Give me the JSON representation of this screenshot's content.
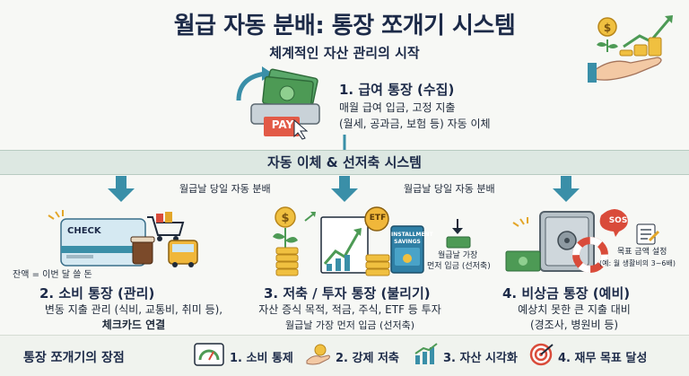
{
  "title": "월급 자동 분배: 통장 쪼개기 시스템",
  "subtitle": "체계적인 자산 관리의 시작",
  "income": {
    "heading": "1. 급여 통장 (수집)",
    "line1": "매월 급여 입금, 고정 지출",
    "line2": "(월세, 공과금, 보험 등) 자동 이체",
    "pay_label": "PAY"
  },
  "banner": "자동 이체 & 선저축 시스템",
  "flow_labels": [
    "월급날 당일 자동 분배",
    "월급날 당일 자동 분배"
  ],
  "spending": {
    "heading": "2. 소비 통장 (관리)",
    "line1": "변동 지출 관리 (식비, 교통비, 취미 등),",
    "line2": "체크카드 연결",
    "balance_note": "잔액 = 이번 달 쓸 돈",
    "card_label": "CHECK"
  },
  "saving": {
    "heading": "3. 저축 / 투자 통장 (불리기)",
    "line1": "자산 증식 목적, 적금, 주식, ETF 등 투자",
    "line2": "월급날 가장 먼저 입금 (선저축)",
    "side_note1": "월급날 가장",
    "side_note2": "먼저 입금 (선저축)",
    "etf_label": "ETF",
    "book_line1": "INSTALLMENT",
    "book_line2": "SAVINGS"
  },
  "emergency": {
    "heading": "4. 비상금 통장 (예비)",
    "line1": "예상치 못한 큰 지출 대비",
    "line2": "(경조사, 병원비 등)",
    "goal_note1": "목표 금액 설정",
    "goal_note2": "(예: 월 생활비의 3~6배)",
    "sos_label": "SOS"
  },
  "benefits": {
    "title": "통장 쪼개기의 장점",
    "items": [
      "1. 소비 통제",
      "2. 강제 저축",
      "3. 자산 시각화",
      "4. 재무 목표 달성"
    ]
  },
  "colors": {
    "navy": "#1c2a48",
    "teal": "#3a8fa8",
    "green": "#4d9a55",
    "gold": "#e3a629",
    "red": "#d94b3a"
  }
}
